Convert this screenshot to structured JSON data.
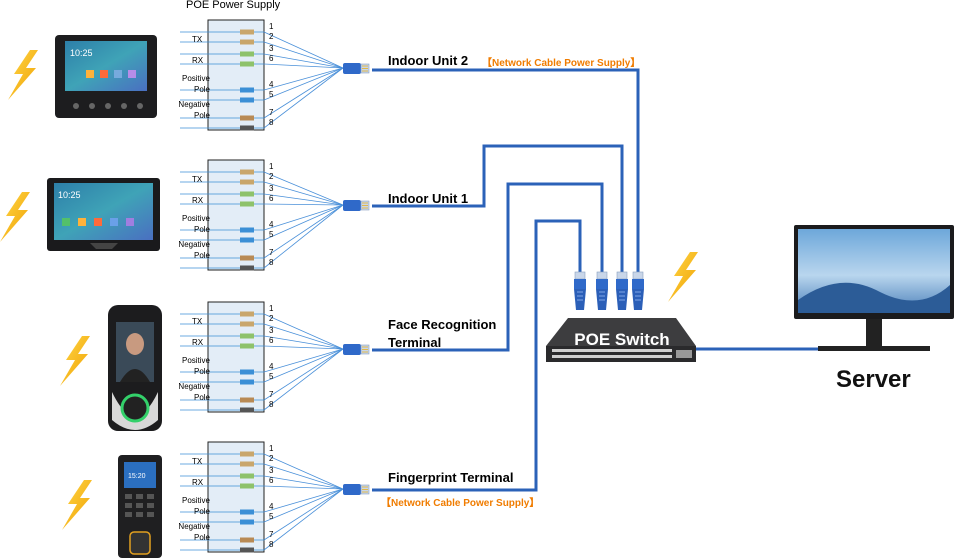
{
  "header": {
    "title": "POE Power Supply"
  },
  "terminals": [
    {
      "name": "Indoor Unit 2",
      "note": "【Network Cable Power Supply】"
    },
    {
      "name": "Indoor Unit 1"
    },
    {
      "name": "Face Recognition Terminal"
    },
    {
      "name": "Fingerprint Terminal",
      "note": "【Network Cable Power Supply】"
    }
  ],
  "pinout": {
    "tx": "TX",
    "rx": "RX",
    "positive": "Positive Pole",
    "negative": "Negative Pole",
    "pins": [
      "1",
      "2",
      "3",
      "6",
      "4",
      "5",
      "7",
      "8"
    ]
  },
  "switch": {
    "label": "POE Switch"
  },
  "server": {
    "label": "Server"
  },
  "colors": {
    "cable": "#2b62b8",
    "accent_note": "#f07c00",
    "bolt": "#f5b800",
    "switch_body": "#3b3b3b"
  }
}
